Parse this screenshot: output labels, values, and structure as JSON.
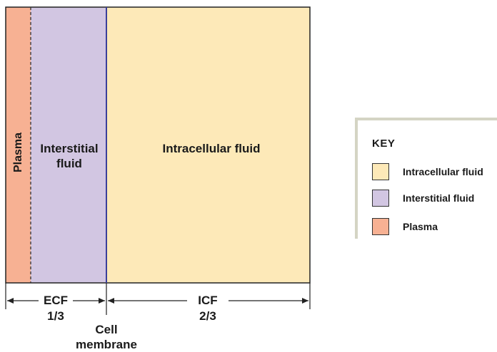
{
  "compartments": {
    "plasma": "Plasma",
    "interstitial": "Interstitial fluid",
    "intracellular": "Intracellular fluid"
  },
  "bottom": {
    "ecf_label": "ECF",
    "ecf_fraction": "1/3",
    "icf_label": "ICF",
    "icf_fraction": "2/3",
    "membrane_label": "Cell membrane"
  },
  "key": {
    "title": "KEY",
    "items": [
      {
        "label": "Intracellular fluid",
        "color": "#fde9b8"
      },
      {
        "label": "Interstitial fluid",
        "color": "#d2c6e2"
      },
      {
        "label": "Plasma",
        "color": "#f7b193"
      }
    ]
  },
  "colors": {
    "plasma": "#f7b193",
    "interstitial": "#d2c6e2",
    "intracellular": "#fde9b8",
    "membrane_line": "#3a3f9a"
  }
}
